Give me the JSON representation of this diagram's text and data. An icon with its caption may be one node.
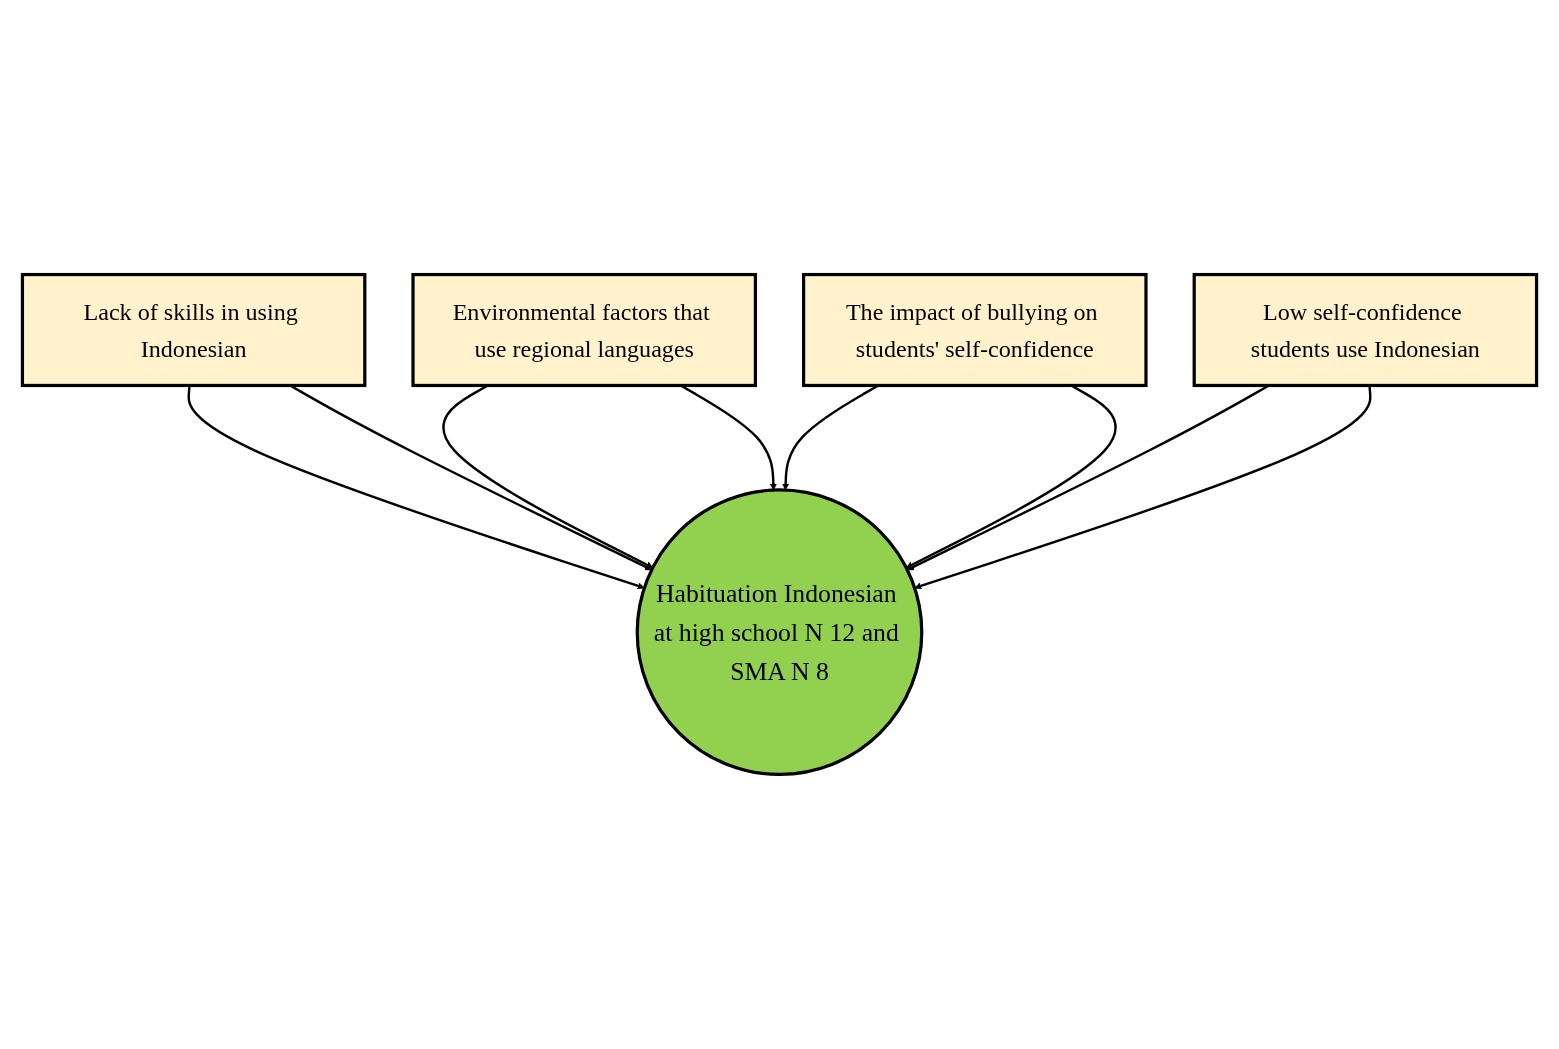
{
  "diagram": {
    "nodes": [
      {
        "text": [
          "Lack of skills in using Indonesian"
        ]
      },
      {
        "text": [
          "Environmental factors that use regional languages"
        ]
      },
      {
        "text": [
          "Habituation Indonesian at high school N 12 and SMA N 8"
        ]
      },
      {
        "text": [
          "The impact of bullying on students' self-confidence"
        ]
      },
      {
        "text": [
          "Low self-confidence students use Indonesian"
        ]
      }
    ],
    "edges": [
      {
        "from": 0,
        "to": 2,
        "arrow": "to"
      },
      {
        "from": 0,
        "to": 2,
        "arrow": "to"
      },
      {
        "from": 1,
        "to": 2,
        "arrow": "to"
      },
      {
        "from": 1,
        "to": 2,
        "arrow": "to"
      },
      {
        "from": 3,
        "to": 2,
        "arrow": "to"
      },
      {
        "from": 3,
        "to": 2,
        "arrow": "to"
      },
      {
        "from": 4,
        "to": 2,
        "arrow": "to"
      },
      {
        "from": 4,
        "to": 2,
        "arrow": "to"
      }
    ]
  }
}
